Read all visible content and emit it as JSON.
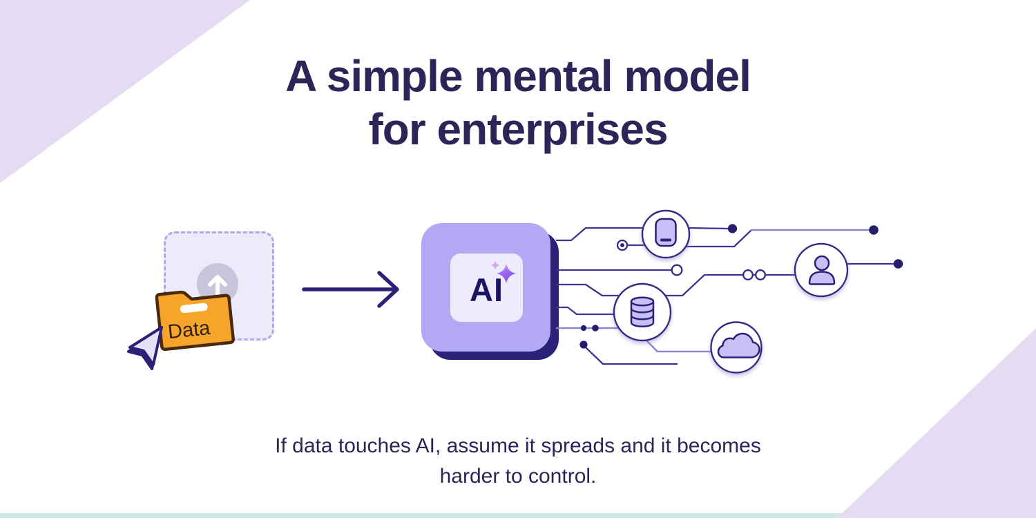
{
  "title": {
    "line1": "A simple mental model",
    "line2": "for enterprises"
  },
  "caption": {
    "line1": "If data touches AI, assume it spreads and it becomes",
    "line2": "harder to control."
  },
  "data_source": {
    "folder_label": "Data",
    "icons": [
      "folder-icon",
      "upload-arrow-icon",
      "mouse-cursor-icon",
      "dashed-dropzone"
    ]
  },
  "flow": {
    "arrow_icon": "right-arrow-icon"
  },
  "ai_chip": {
    "label": "AI",
    "sparkles_icon": "sparkles-icon"
  },
  "network_nodes": [
    {
      "icon": "smartphone-icon",
      "meaning": "device"
    },
    {
      "icon": "person-icon",
      "meaning": "user"
    },
    {
      "icon": "database-icon",
      "meaning": "storage"
    },
    {
      "icon": "cloud-icon",
      "meaning": "cloud"
    }
  ],
  "colors": {
    "background": "#ffffff",
    "corner_triangle": "#e5dcf4",
    "bottom_strip": "#cfe8e6",
    "heading_text": "#2d2557",
    "circuit_line": "#3e3394",
    "circuit_line_light": "#8d86d1",
    "circuit_dot": "#251f6b",
    "node_fill": "#c7c0f6",
    "node_outline": "#2b2178",
    "ai_box": "#b3a8f3",
    "ai_box_shadow": "#2b2178",
    "ai_inner": "#edebfc",
    "ai_text": "#1c1563",
    "folder": "#f7a42a",
    "folder_outline": "#4a2a0c",
    "arrow": "#2b2178",
    "dashed_box_border": "#b2a6ee",
    "upload_circle": "#c9c3dc"
  }
}
